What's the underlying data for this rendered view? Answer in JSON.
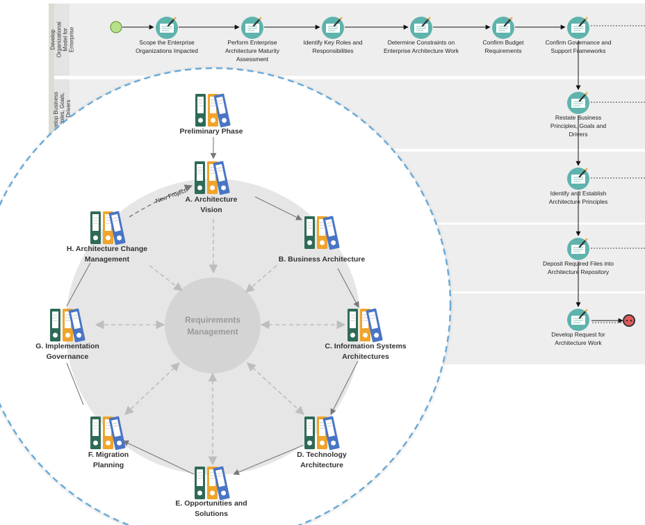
{
  "lanes": [
    {
      "id": "lane1",
      "label": [
        "Develop",
        "Organizational",
        "Model for",
        "Enterprise"
      ]
    },
    {
      "id": "lane2",
      "label": [
        "Develop Business",
        "Principles, Goals,",
        "and Drivers"
      ]
    },
    {
      "id": "lane3",
      "label": []
    },
    {
      "id": "lane4",
      "label": []
    },
    {
      "id": "lane5",
      "label": []
    }
  ],
  "tasks": [
    {
      "id": "scope",
      "label": [
        "Scope the Enterprise",
        "Organizations Impacted"
      ]
    },
    {
      "id": "maturity",
      "label": [
        "Perform Enterprise",
        "Architecture Maturity",
        "Assessment"
      ]
    },
    {
      "id": "roles",
      "label": [
        "Identify Key Roles and",
        "Responsibilities"
      ]
    },
    {
      "id": "constraints",
      "label": [
        "Determine Constraints on",
        "Enterprise Architecture Work"
      ]
    },
    {
      "id": "budget",
      "label": [
        "Confirm Budget",
        "Requirements"
      ]
    },
    {
      "id": "governance",
      "label": [
        "Confirm Governance and",
        "Support Frameworks"
      ]
    },
    {
      "id": "restate",
      "label": [
        "Restate Business",
        "Principles, Goals and",
        "Drivers"
      ]
    },
    {
      "id": "principles",
      "label": [
        "Identify and Establish",
        "Architecture Principles"
      ]
    },
    {
      "id": "deposit",
      "label": [
        "Deposit Required Files into",
        "Architecture Repository"
      ]
    },
    {
      "id": "request",
      "label": [
        "Develop Request for",
        "Architecture Work"
      ]
    }
  ],
  "cycle": {
    "preliminary": [
      "Preliminary Phase"
    ],
    "center": [
      "Requirements",
      "Management"
    ],
    "new_project": "New Project",
    "phases": [
      {
        "id": "a",
        "label": [
          "A. Architecture",
          "Vision"
        ]
      },
      {
        "id": "b",
        "label": [
          "B. Business Architecture"
        ]
      },
      {
        "id": "c",
        "label": [
          "C. Information Systems",
          "Architectures"
        ]
      },
      {
        "id": "d",
        "label": [
          "D. Technology",
          "Architecture"
        ]
      },
      {
        "id": "e",
        "label": [
          "E. Opportunities and",
          "Solutions"
        ]
      },
      {
        "id": "f",
        "label": [
          "F. Migration",
          "Planning"
        ]
      },
      {
        "id": "g",
        "label": [
          "G. Implementation",
          "Governance"
        ]
      },
      {
        "id": "h",
        "label": [
          "H. Architecture Change",
          "Management"
        ]
      }
    ]
  },
  "colors": {
    "binder_green": "#2e6b57",
    "binder_orange": "#f0a42a",
    "binder_blue": "#4a74c4",
    "task_icon": "#5fb3ad",
    "circle_border": "#6aaad8",
    "start_event": "#b6e28a",
    "end_event": "#e05a5a",
    "ring": "#e6e6e6",
    "lane_bg": "#eeeeee"
  }
}
